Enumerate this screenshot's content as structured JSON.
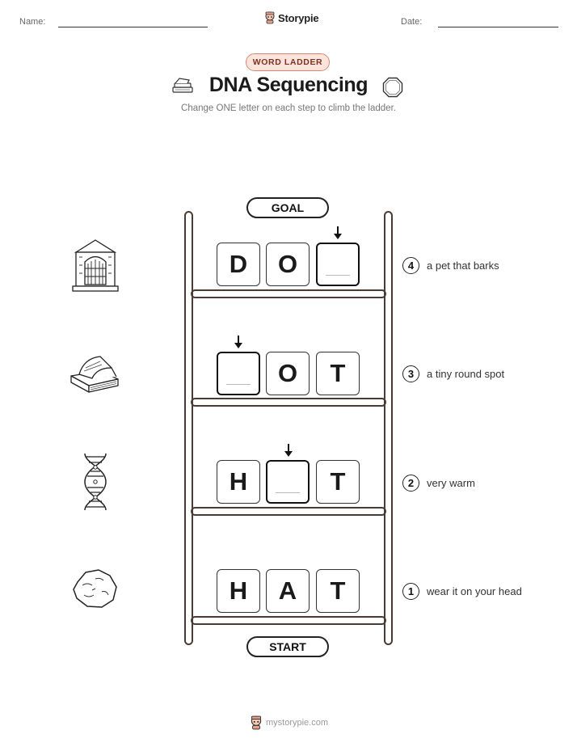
{
  "header": {
    "name_label": "Name:",
    "date_label": "Date:",
    "brand": "Storypie"
  },
  "badge": "WORD LADDER",
  "title": "DNA Sequencing",
  "subtitle": "Change ONE letter on each step to climb the ladder.",
  "goal_label": "GOAL",
  "start_label": "START",
  "rungs": [
    {
      "step": "4",
      "clue": "a pet that barks",
      "picture": "library-icon",
      "letters": [
        "D",
        "O",
        ""
      ],
      "changed_index": 2
    },
    {
      "step": "3",
      "clue": "a tiny round spot",
      "picture": "book-icon",
      "letters": [
        "",
        "O",
        "T"
      ],
      "changed_index": 0
    },
    {
      "step": "2",
      "clue": "very warm",
      "picture": "dna-icon",
      "letters": [
        "H",
        "",
        "T"
      ],
      "changed_index": 1
    },
    {
      "step": "1",
      "clue": "wear it on your head",
      "picture": "rock-icon",
      "letters": [
        "H",
        "A",
        "T"
      ],
      "changed_index": null
    }
  ],
  "footer": "mystorypie.com"
}
